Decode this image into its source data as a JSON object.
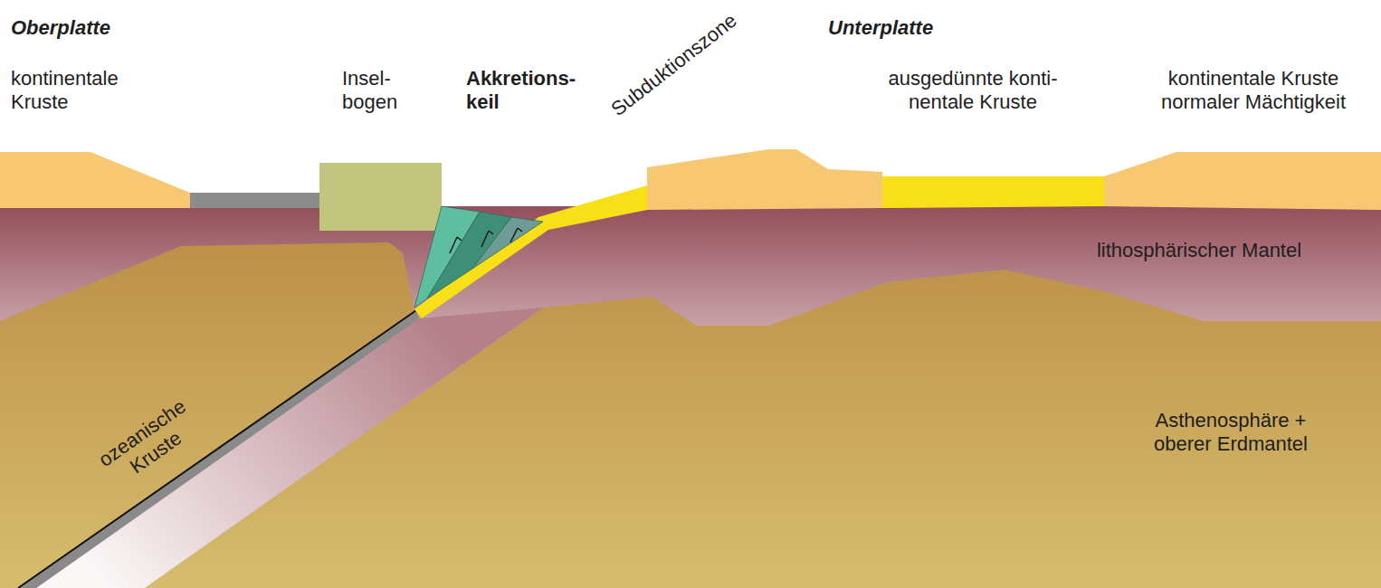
{
  "diagram": {
    "labels": [
      "Oberplatte",
      "kontinentale Kruste",
      "Insel- bogen",
      "Akkretions- keil",
      "Subduktionszone",
      "Unterplatte",
      "ausgedünnte konti- nentale Kruste",
      "kontinentale Kruste normaler Mächtigkeit",
      "lithosphärischer Mantel",
      "Asthenosphäre + oberer Erdmantel",
      "ozeanische Kruste"
    ]
  }
}
